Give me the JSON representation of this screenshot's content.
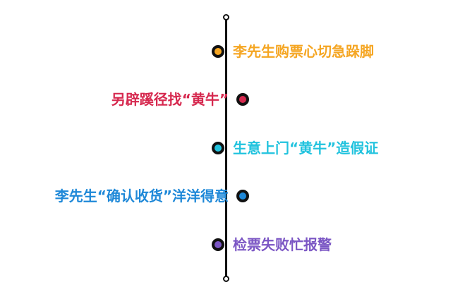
{
  "events": [
    {
      "label": "李先生购票心切急跺脚",
      "color": "#f5a623",
      "side": "right"
    },
    {
      "label": "另辟蹊径找“黄牛”",
      "color": "#d6294f",
      "side": "left"
    },
    {
      "label": "生意上门“黄牛”造假证",
      "color": "#22c3de",
      "side": "right"
    },
    {
      "label": "李先生“确认收货”洋洋得意",
      "color": "#1e88d8",
      "side": "left"
    },
    {
      "label": "检票失败忙报警",
      "color": "#7b56c4",
      "side": "right"
    }
  ]
}
